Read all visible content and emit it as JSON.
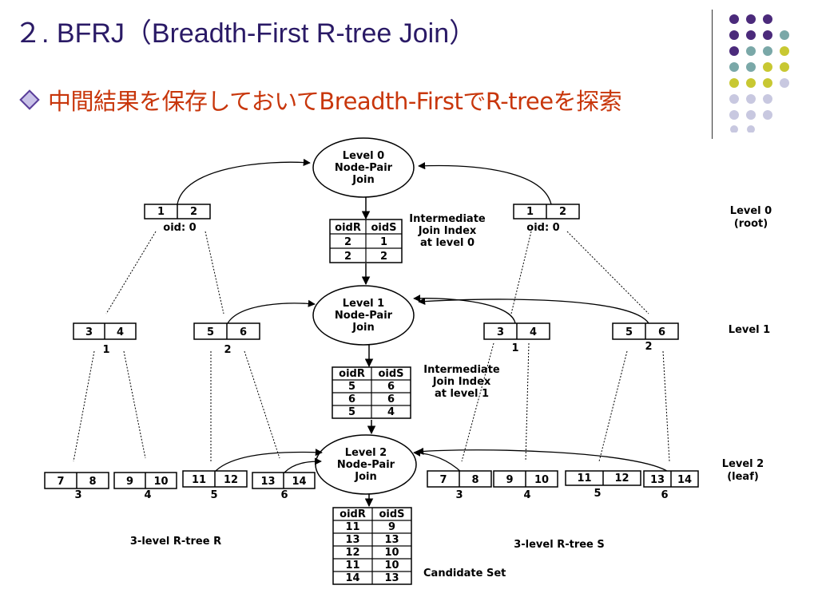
{
  "slide": {
    "title": "２. BFRJ（Breadth-First R-tree Join）",
    "bullet": "中間結果を保存しておいてBreadth-FirstでR-treeを探索"
  },
  "colors": {
    "title": "#2a1a66",
    "bullet_text": "#c8360b",
    "dot_purple": "#4b2a7b",
    "dot_teal": "#7aa8a8",
    "dot_yellow": "#c8c832",
    "dot_lavender": "#c8c8e0"
  },
  "diagram": {
    "join_nodes": [
      {
        "lines": [
          "Level 0",
          "Node-Pair",
          "Join"
        ]
      },
      {
        "lines": [
          "Level 1",
          "Node-Pair",
          "Join"
        ]
      },
      {
        "lines": [
          "Level 2",
          "Node-Pair",
          "Join"
        ]
      }
    ],
    "level_labels": [
      "Level 0",
      "(root)",
      "Level 1",
      "Level 2",
      "(leaf)"
    ],
    "root_r": {
      "cells": [
        "1",
        "2"
      ],
      "oid": "oid: 0"
    },
    "root_s": {
      "cells": [
        "1",
        "2"
      ],
      "oid": "oid: 0"
    },
    "level1_r": [
      {
        "cells": [
          "3",
          "4"
        ],
        "oid": "1"
      },
      {
        "cells": [
          "5",
          "6"
        ],
        "oid": "2"
      }
    ],
    "level1_s": [
      {
        "cells": [
          "3",
          "4"
        ],
        "oid": "1"
      },
      {
        "cells": [
          "5",
          "6"
        ],
        "oid": "2"
      }
    ],
    "leaf_r": [
      {
        "cells": [
          "7",
          "8"
        ],
        "oid": "3"
      },
      {
        "cells": [
          "9",
          "10"
        ],
        "oid": "4"
      },
      {
        "cells": [
          "11",
          "12"
        ],
        "oid": "5"
      },
      {
        "cells": [
          "13",
          "14"
        ],
        "oid": "6"
      }
    ],
    "leaf_s": [
      {
        "cells": [
          "7",
          "8"
        ],
        "oid": "3"
      },
      {
        "cells": [
          "9",
          "10"
        ],
        "oid": "4"
      },
      {
        "cells": [
          "11",
          "12"
        ],
        "oid": "5"
      },
      {
        "cells": [
          "13",
          "14"
        ],
        "oid": "6"
      }
    ],
    "index0": {
      "caption": [
        "Intermediate",
        "Join Index",
        "at level 0"
      ],
      "header": [
        "oidR",
        "oidS"
      ],
      "rows": [
        [
          "2",
          "1"
        ],
        [
          "2",
          "2"
        ]
      ]
    },
    "index1": {
      "caption": [
        "Intermediate",
        "Join Index",
        "at level 1"
      ],
      "header": [
        "oidR",
        "oidS"
      ],
      "rows": [
        [
          "5",
          "6"
        ],
        [
          "6",
          "6"
        ],
        [
          "5",
          "4"
        ]
      ]
    },
    "candidate": {
      "caption": "Candidate Set",
      "header": [
        "oidR",
        "oidS"
      ],
      "rows": [
        [
          "11",
          "9"
        ],
        [
          "13",
          "13"
        ],
        [
          "12",
          "10"
        ],
        [
          "11",
          "10"
        ],
        [
          "14",
          "13"
        ]
      ]
    },
    "tree_r_label": "3-level R-tree R",
    "tree_s_label": "3-level R-tree S"
  }
}
